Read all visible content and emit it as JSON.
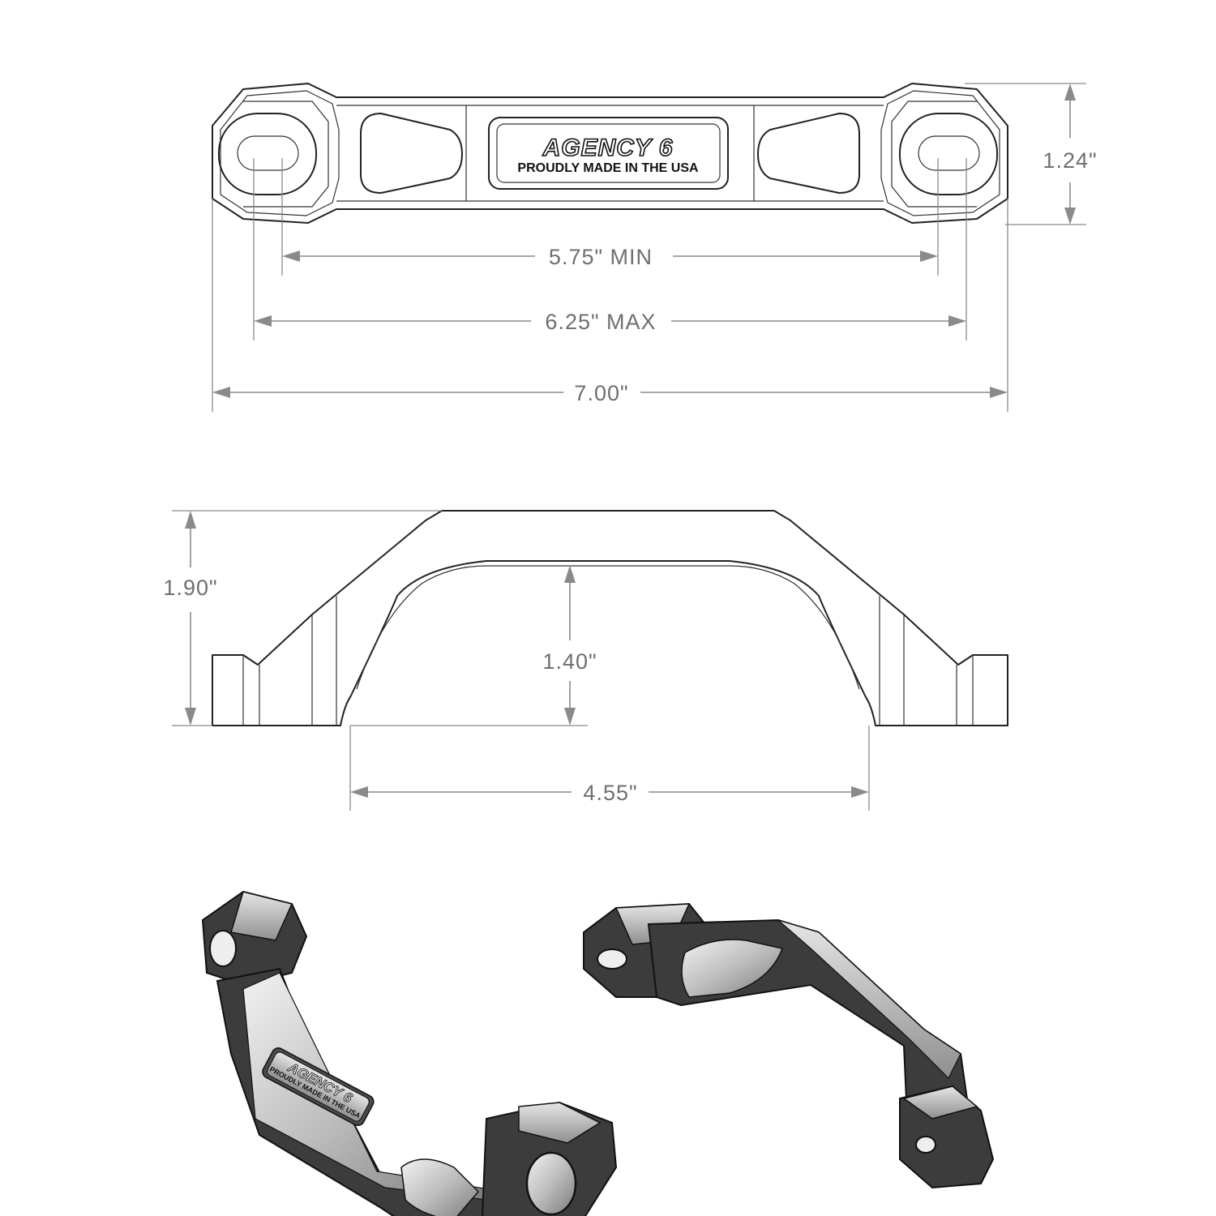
{
  "top_view": {
    "logo_text": "AGENCY 6",
    "tagline": "PROUDLY MADE IN THE USA",
    "dim_height": "1.24\"",
    "dim_min": "5.75\" MIN",
    "dim_max": "6.25\" MAX",
    "dim_overall": "7.00\""
  },
  "side_view": {
    "dim_height": "1.90\"",
    "dim_clearance": "1.40\"",
    "dim_span": "4.55\""
  },
  "iso_view": {
    "logo_text": "AGENCY 6",
    "tagline": "PROUDLY MADE IN THE USA"
  },
  "colors": {
    "outline": "#222222",
    "dimension": "#8a8a8a",
    "part_dark": "#3c3c3c",
    "part_light": "#d9d9d9"
  }
}
